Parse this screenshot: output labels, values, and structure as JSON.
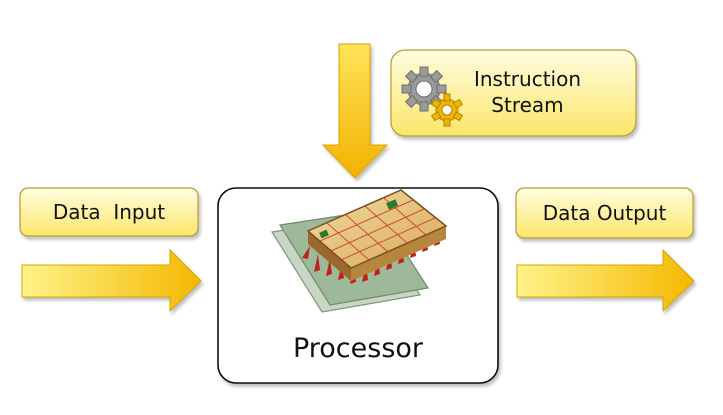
{
  "labels": {
    "data_input": "Data  Input",
    "data_output": "Data Output",
    "instruction_stream": "Instruction\nStream",
    "processor": "Processor"
  },
  "icons": {
    "gears": "gears-icon",
    "chip": "chip-icon"
  },
  "colors": {
    "arrow_light": "#fff48a",
    "arrow_dark": "#f4b800",
    "label_fill_top": "#fffde0",
    "label_fill_bottom": "#fbe66a",
    "label_stroke": "#b89a30",
    "box_stroke": "#111111",
    "gear_gray": "#9a9a9a",
    "gear_gold": "#f2b400",
    "chip_body": "#e2c07a",
    "chip_pins": "#c0221a",
    "board": "#9eb89a"
  }
}
